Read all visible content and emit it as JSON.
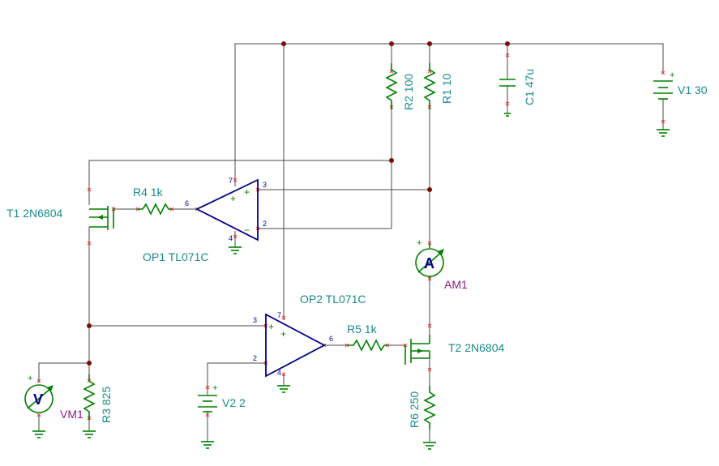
{
  "components": {
    "r2": {
      "ref": "R2",
      "value": "100"
    },
    "r1": {
      "ref": "R1",
      "value": "10"
    },
    "c1": {
      "ref": "C1",
      "value": "47u"
    },
    "v1": {
      "ref": "V1",
      "value": "30"
    },
    "t1": {
      "ref": "T1",
      "value": "2N6804"
    },
    "r4": {
      "ref": "R4",
      "value": "1k"
    },
    "op1": {
      "ref": "OP1",
      "value": "TL071C"
    },
    "am1": {
      "ref": "AM1",
      "letter": "A"
    },
    "op2": {
      "ref": "OP2",
      "value": "TL071C"
    },
    "r5": {
      "ref": "R5",
      "value": "1k"
    },
    "t2": {
      "ref": "T2",
      "value": "2N6804"
    },
    "r6": {
      "ref": "R6",
      "value": "250"
    },
    "vm1": {
      "ref": "VM1",
      "letter": "V"
    },
    "r3": {
      "ref": "R3",
      "value": "825"
    },
    "v2": {
      "ref": "V2",
      "value": "2"
    }
  },
  "pins": {
    "op1": {
      "in_plus": "3",
      "in_minus": "2",
      "out": "6",
      "vpos": "7",
      "vneg": "4"
    },
    "op2": {
      "in_plus": "3",
      "in_minus": "2",
      "out": "6",
      "vpos": "7",
      "vneg": "4"
    }
  },
  "symbols": {
    "plus": "+",
    "minus": "−"
  },
  "colors": {
    "component": "#008000",
    "opamp": "#00008b",
    "label": "#1a8a8a",
    "meter_label": "#8b1a8b",
    "junction": "#7a0a0a",
    "pin": "#e04040"
  }
}
